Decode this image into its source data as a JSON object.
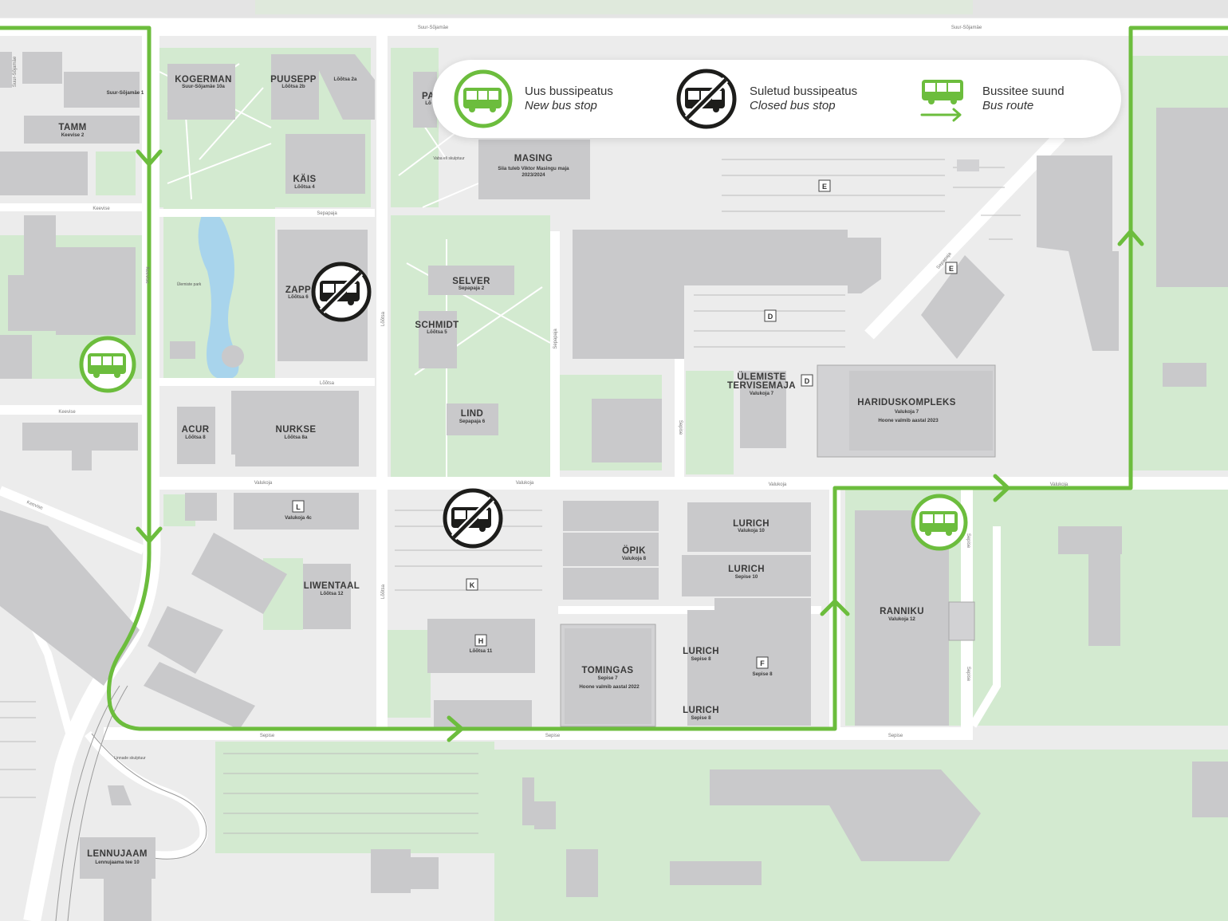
{
  "legend": {
    "new_stop_label": "Uus bussipeatus",
    "new_stop_sub": "New bus stop",
    "closed_stop_label": "Suletud bussipeatus",
    "closed_stop_sub": "Closed bus stop",
    "route_label": "Bussitee suund",
    "route_sub": "Bus route"
  },
  "colors": {
    "route_green": "#6cbd3d",
    "closed_black": "#1d1d1b",
    "building_gray": "#c9c9cb",
    "park_green": "#d3ead0"
  },
  "icons": {
    "new_stop": "bus-stop-icon",
    "closed_stop": "closed-bus-stop-icon",
    "route": "bus-route-icon"
  },
  "streets": {
    "suur_sojamae": "Suur-Sõjamäe",
    "keevise": "Keevise",
    "sepapaja": "Sepapaja",
    "lootsa": "Lõõtsa",
    "valukoja": "Valukoja",
    "sepise": "Sepise"
  },
  "small_labels": {
    "ulemiste_park": "Ülemiste park",
    "vabaoli_skulptuur": "Vaba eli skulptuur",
    "linnade_skulptuur": "Linnade skulptuur"
  },
  "buildings": {
    "kogerman": {
      "name": "KOGERMAN",
      "addr": "Suur-Sõjamäe 10a"
    },
    "puusepp": {
      "name": "PUUSEPP",
      "addr": "Lõõtsa 2b"
    },
    "lootsa_2a": {
      "addr": "Lõõtsa 2a"
    },
    "suur_sojamae_1": {
      "addr": "Suur-Sõjamäe 1"
    },
    "tamm": {
      "name": "TAMM",
      "addr": "Keevise 2"
    },
    "kais": {
      "name": "KÄIS",
      "addr": "Lõõtsa 4"
    },
    "masing": {
      "name": "MASING",
      "addr": "Siia tuleb Viktor Masingu maja",
      "note": "2023/2024"
    },
    "zapp": {
      "name": "ZAPP",
      "addr": "Lõõtsa 6"
    },
    "selver": {
      "name": "SELVER",
      "addr": "Sepapaja 2"
    },
    "schmidt": {
      "name": "SCHMIDT",
      "addr": "Lõõtsa 5"
    },
    "lind": {
      "name": "LIND",
      "addr": "Sepapaja 6"
    },
    "ulemiste_tervisemaja": {
      "name1": "ÜLEMISTE",
      "name2": "TERVISEMAJA",
      "addr": "Valukoja 7"
    },
    "hariduskompleks": {
      "name": "HARIDUSKOMPLEKS",
      "addr": "Valukoja 7",
      "note": "Hoone valmib aastal 2023"
    },
    "acur": {
      "name": "ACUR",
      "addr": "Lõõtsa 8"
    },
    "nurkse": {
      "name": "NURKSE",
      "addr": "Lõõtsa 8a"
    },
    "valukoja_4c": {
      "addr": "Valukoja 4c"
    },
    "liwentaal": {
      "name": "LIWENTAAL",
      "addr": "Lõõtsa 12"
    },
    "lootsa_11": {
      "addr": "Lõõtsa 11"
    },
    "opik": {
      "name": "ÖPIK",
      "addr": "Valukoja 8"
    },
    "lurich_1": {
      "name": "LURICH",
      "addr": "Valukoja 10"
    },
    "lurich_2": {
      "name": "LURICH",
      "addr": "Sepise 10"
    },
    "lurich_3": {
      "name": "LURICH",
      "addr": "Sepise 8"
    },
    "lurich_4": {
      "name": "LURICH",
      "addr": "Sepise 8"
    },
    "sepise_8": {
      "addr": "Sepise 8"
    },
    "tomingas": {
      "name": "TOMINGAS",
      "addr": "Sepise 7",
      "note": "Hoone valmib aastal 2022"
    },
    "ranniku": {
      "name": "RANNIKU",
      "addr": "Valukoja 12"
    },
    "lennujaam": {
      "name": "LENNUJAAM",
      "addr": "Lennujaama tee 10"
    },
    "pa_partial": {
      "name": "PA",
      "addr": "Lõ"
    }
  },
  "parking_zones": {
    "e1": "E",
    "e2": "E",
    "d1": "D",
    "d2": "D",
    "l": "L",
    "k": "K",
    "h": "H",
    "f": "F"
  }
}
